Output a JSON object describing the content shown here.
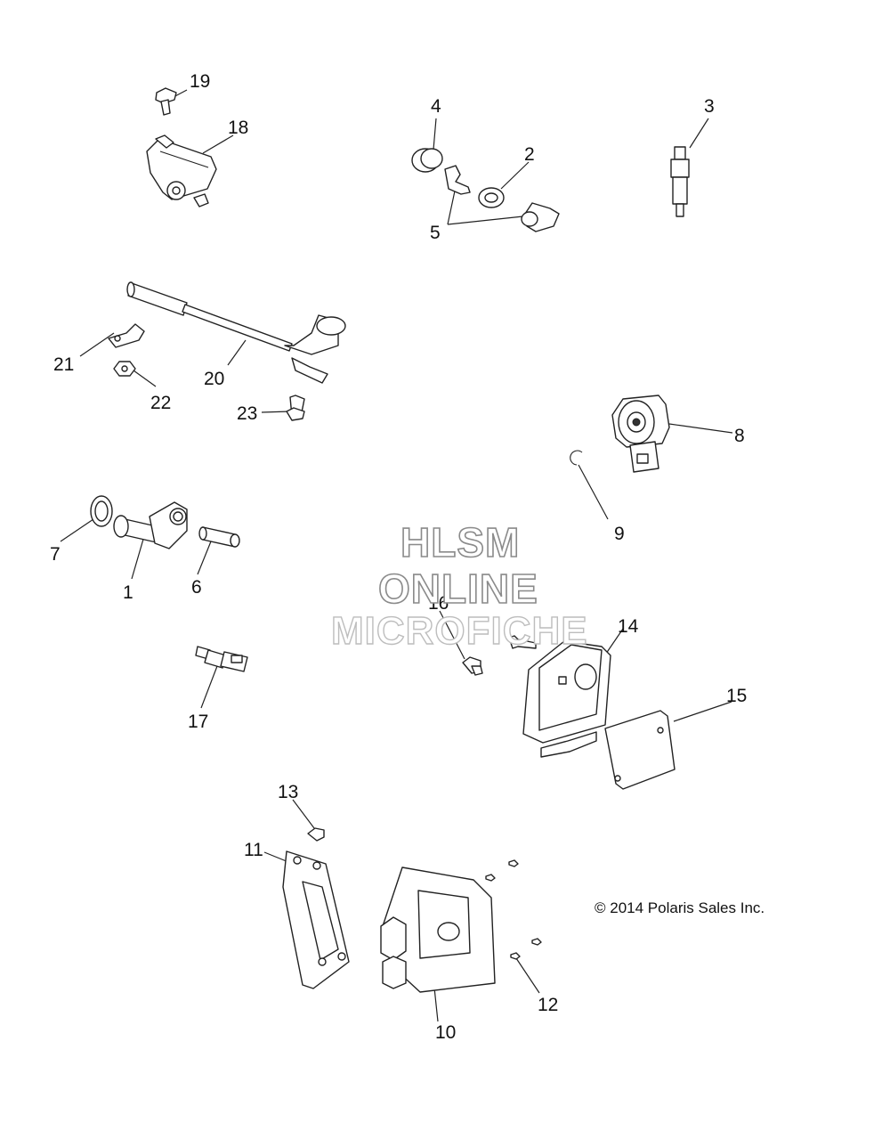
{
  "diagram": {
    "callouts": [
      "19",
      "18",
      "4",
      "2",
      "3",
      "5",
      "21",
      "20",
      "22",
      "23",
      "8",
      "9",
      "7",
      "1",
      "6",
      "16",
      "14",
      "15",
      "17",
      "13",
      "11",
      "10",
      "12"
    ],
    "copyright": "© 2014 Polaris Sales Inc.",
    "watermark": [
      "HLSM",
      "ONLINE",
      "MICROFICHE"
    ]
  }
}
